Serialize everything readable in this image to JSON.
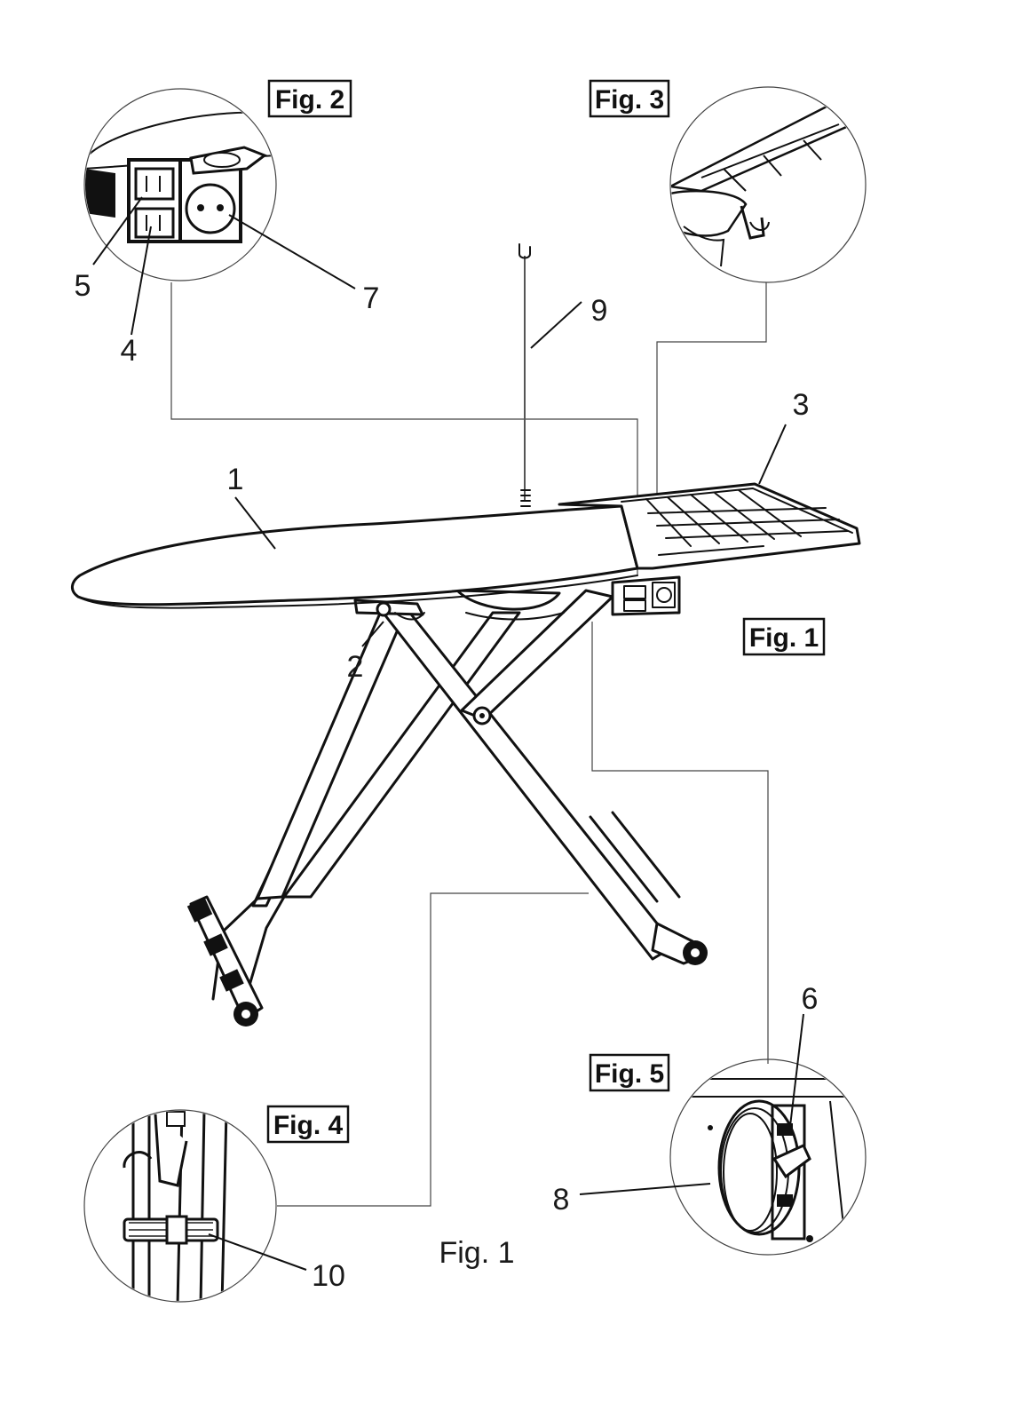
{
  "caption": "Fig. 1",
  "fig_boxes": {
    "fig1": "Fig. 1",
    "fig2": "Fig. 2",
    "fig3": "Fig. 3",
    "fig4": "Fig. 4",
    "fig5": "Fig. 5"
  },
  "callouts": {
    "n1": "1",
    "n2": "2",
    "n3": "3",
    "n4": "4",
    "n5": "5",
    "n6": "6",
    "n7": "7",
    "n8": "8",
    "n9": "9",
    "n10": "10"
  }
}
